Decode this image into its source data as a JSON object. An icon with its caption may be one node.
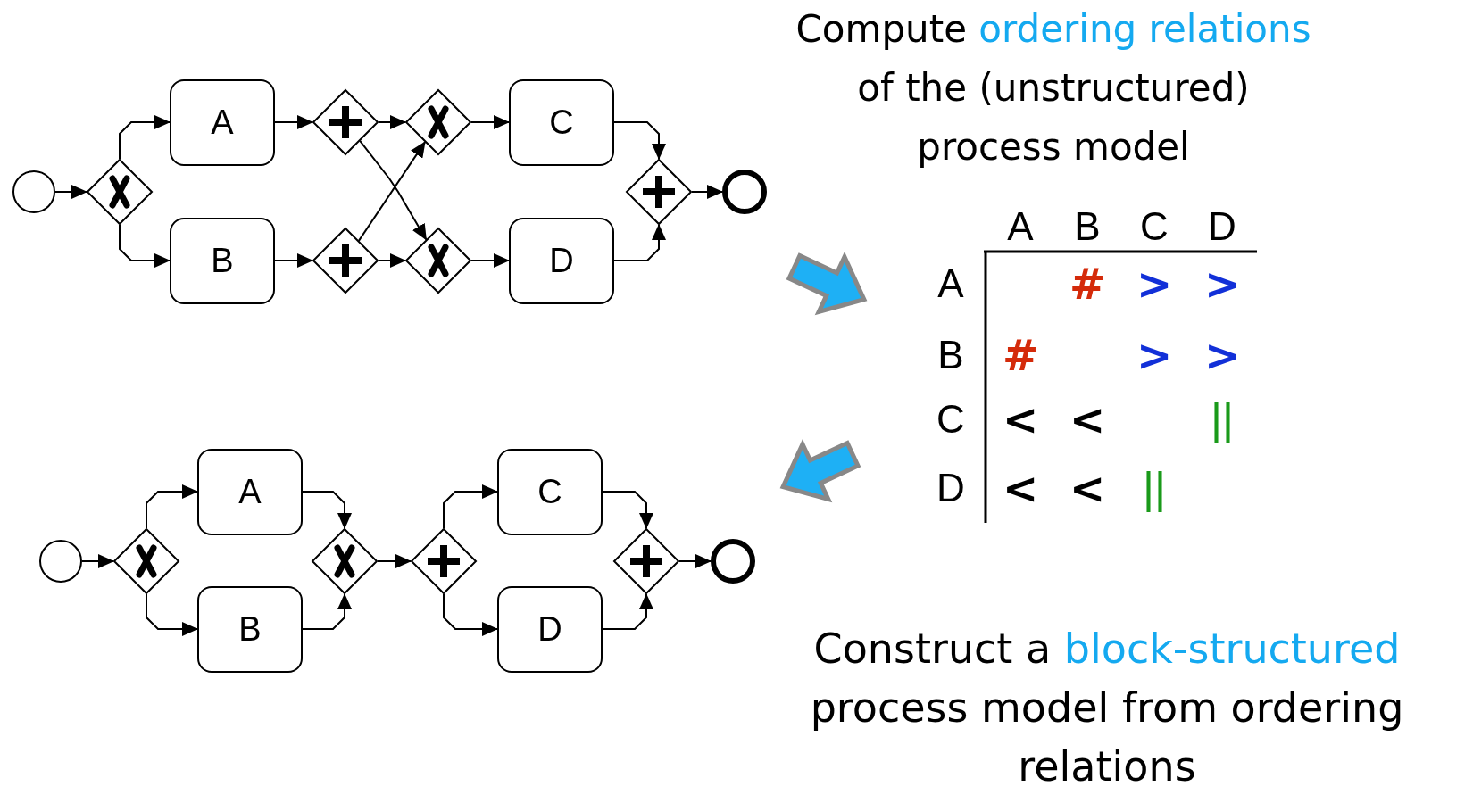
{
  "diagram": {
    "nodes": [
      {
        "text": [],
        "shape": "circle"
      },
      {
        "text": [],
        "shape": "diamond"
      },
      {
        "text": [
          "A"
        ]
      },
      {
        "text": [
          "B"
        ]
      },
      {
        "text": [],
        "shape": "diamond"
      },
      {
        "text": [],
        "shape": "diamond"
      },
      {
        "text": [],
        "shape": "diamond"
      },
      {
        "text": [],
        "shape": "diamond"
      },
      {
        "text": [
          "C"
        ]
      },
      {
        "text": [
          "D"
        ]
      },
      {
        "text": [],
        "shape": "diamond"
      },
      {
        "text": [],
        "shape": "circle"
      },
      {
        "text": [],
        "shape": "circle"
      },
      {
        "text": [],
        "shape": "diamond"
      },
      {
        "text": [
          "A"
        ]
      },
      {
        "text": [
          "B"
        ]
      },
      {
        "text": [],
        "shape": "diamond"
      },
      {
        "text": [],
        "shape": "diamond"
      },
      {
        "text": [
          "C"
        ]
      },
      {
        "text": [
          "D"
        ]
      },
      {
        "text": [],
        "shape": "diamond"
      },
      {
        "text": [],
        "shape": "circle"
      }
    ],
    "edges": [
      {
        "from": 0,
        "to": 1,
        "arrow": "to"
      },
      {
        "from": 1,
        "to": 2,
        "arrow": "to"
      },
      {
        "from": 1,
        "to": 3,
        "arrow": "to"
      },
      {
        "from": 2,
        "to": 4,
        "arrow": "to"
      },
      {
        "from": 3,
        "to": 5,
        "arrow": "to"
      },
      {
        "from": 4,
        "to": 6,
        "arrow": "to"
      },
      {
        "from": 4,
        "to": 7,
        "arrow": "to"
      },
      {
        "from": 5,
        "to": 6,
        "arrow": "to"
      },
      {
        "from": 5,
        "to": 7,
        "arrow": "to"
      },
      {
        "from": 6,
        "to": 8,
        "arrow": "to"
      },
      {
        "from": 7,
        "to": 9,
        "arrow": "to"
      },
      {
        "from": 8,
        "to": 10,
        "arrow": "to"
      },
      {
        "from": 9,
        "to": 10,
        "arrow": "to"
      },
      {
        "from": 10,
        "to": 11,
        "arrow": "to"
      },
      {
        "from": 12,
        "to": 13,
        "arrow": "to"
      },
      {
        "from": 13,
        "to": 14,
        "arrow": "to"
      },
      {
        "from": 13,
        "to": 15,
        "arrow": "to"
      },
      {
        "from": 14,
        "to": 16,
        "arrow": "to"
      },
      {
        "from": 15,
        "to": 16,
        "arrow": "to"
      },
      {
        "from": 16,
        "to": 17,
        "arrow": "to"
      },
      {
        "from": 17,
        "to": 18,
        "arrow": "to"
      },
      {
        "from": 17,
        "to": 19,
        "arrow": "to"
      },
      {
        "from": 18,
        "to": 20,
        "arrow": "to"
      },
      {
        "from": 19,
        "to": 20,
        "arrow": "to"
      },
      {
        "from": 20,
        "to": 21,
        "arrow": "to"
      }
    ],
    "labels": [
      "Compute *ordering relations* of the (unstructured) process model",
      "A",
      "B",
      "C",
      "D",
      "A",
      "#",
      ">",
      ">",
      "B",
      "#",
      ">",
      ">",
      "C",
      "<",
      "<",
      "||",
      "D",
      "<",
      "<",
      "||",
      "Construct a *block-structured* process model from ordering relations"
    ]
  }
}
